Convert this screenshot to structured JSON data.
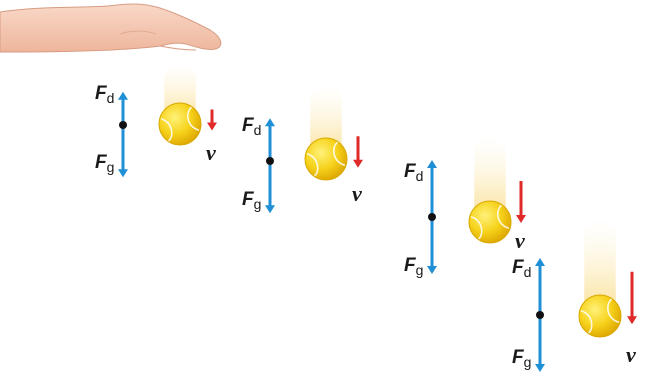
{
  "labels": {
    "drag_force": "F",
    "drag_sub": "d",
    "gravity_force": "F",
    "gravity_sub": "g",
    "velocity": "v"
  },
  "colors": {
    "force_arrow": "#1f8fd6",
    "velocity_arrow": "#e02a2a",
    "ball": "#f3cc18",
    "ball_outline": "#d9a800",
    "trail": "#fbe6a8",
    "hand": "#f7c8b3"
  },
  "stages": [
    {
      "name": "stage-1",
      "drag_magnitude": 0.35,
      "gravity_magnitude": 0.55,
      "speed": 0.3
    },
    {
      "name": "stage-2",
      "drag_magnitude": 0.45,
      "gravity_magnitude": 0.55,
      "speed": 0.45
    },
    {
      "name": "stage-3",
      "drag_magnitude": 0.6,
      "gravity_magnitude": 0.6,
      "speed": 0.6
    },
    {
      "name": "stage-4",
      "drag_magnitude": 0.6,
      "gravity_magnitude": 0.6,
      "speed": 0.75
    }
  ]
}
